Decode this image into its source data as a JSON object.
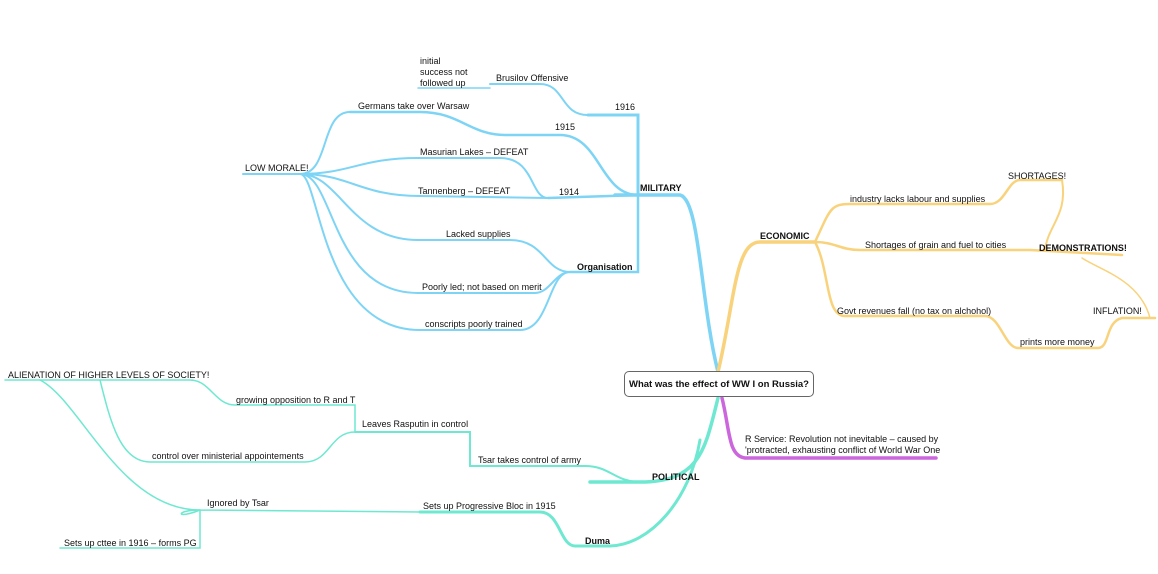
{
  "central": "What was the effect of WW I on Russia?",
  "colors": {
    "military": "#7dd4f5",
    "economic": "#f9d27c",
    "political": "#6ee8d0",
    "service": "#cc66dd"
  },
  "military": {
    "title": "MILITARY",
    "y1916": "1916",
    "brusilov": "Brusilov Offensive",
    "initial": "initial\nsuccess not\nfollowed up",
    "y1915": "1915",
    "warsaw": "Germans take over Warsaw",
    "y1914": "1914",
    "masurian": "Masurian Lakes – DEFEAT",
    "tannenberg": "Tannenberg – DEFEAT",
    "morale": "LOW MORALE!",
    "organisation": "Organisation",
    "supplies": "Lacked supplies",
    "poorly_led": "Poorly led; not based on merit",
    "conscripts": "conscripts poorly trained"
  },
  "economic": {
    "title": "ECONOMIC",
    "industry": "industry lacks labour and supplies",
    "shortages_label": "SHORTAGES!",
    "grain": "Shortages of grain and fuel to cities",
    "demonstrations": "DEMONSTRATIONS!",
    "revenues": "Govt revenues fall (no tax on alchohol)",
    "inflation": "INFLATION!",
    "money": "prints more money"
  },
  "service": {
    "line1": "R Service: Revolution not inevitable – caused by",
    "line2": "'protracted, exhausting conflict of World War One"
  },
  "political": {
    "title": "POLITICAL",
    "army": "Tsar takes control of army",
    "rasputin": "Leaves Rasputin in control",
    "opposition": "growing opposition to R and T",
    "alienation": "ALIENATION OF HIGHER LEVELS OF SOCIETY!",
    "ministerial": "control over ministerial appointements",
    "duma": "Duma",
    "bloc": "Sets up Progressive Bloc in 1915",
    "ignored": "Ignored by Tsar",
    "cttee": "Sets up cttee in 1916 – forms PG"
  }
}
